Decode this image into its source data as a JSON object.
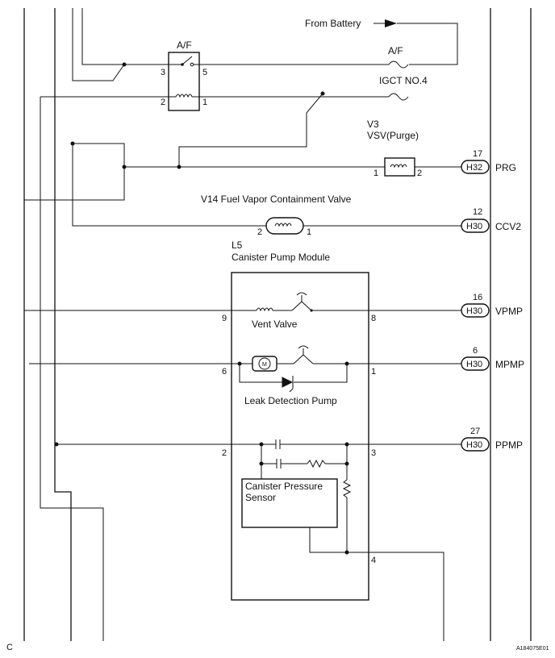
{
  "labels": {
    "from_battery": "From Battery",
    "relay_name": "A/F",
    "fuse_af": "A/F",
    "fuse_igct": "IGCT NO.4",
    "v3_code": "V3",
    "v3_name": "VSV(Purge)",
    "v14": "V14 Fuel Vapor Containment Valve",
    "l5_code": "L5",
    "l5_name": "Canister Pump Module",
    "vent_valve": "Vent Valve",
    "leak_pump": "Leak Detection Pump",
    "sensor_line1": "Canister Pressure",
    "sensor_line2": "Sensor",
    "motor": "M",
    "corner": "C",
    "figure_id": "A184075E01"
  },
  "relay_pins": {
    "p3": "3",
    "p5": "5",
    "p2": "2",
    "p1": "1"
  },
  "vsv_pins": {
    "p1": "1",
    "p2": "2"
  },
  "v14_pins": {
    "p2": "2",
    "p1": "1"
  },
  "module_pins": {
    "p9": "9",
    "p8": "8",
    "p6": "6",
    "p1": "1",
    "p2": "2",
    "p3": "3",
    "p4": "4"
  },
  "ecm_terminals": [
    {
      "pin": "17",
      "connector": "H32",
      "signal": "PRG"
    },
    {
      "pin": "12",
      "connector": "H30",
      "signal": "CCV2"
    },
    {
      "pin": "16",
      "connector": "H30",
      "signal": "VPMP"
    },
    {
      "pin": "6",
      "connector": "H30",
      "signal": "MPMP"
    },
    {
      "pin": "27",
      "connector": "H30",
      "signal": "PPMP"
    }
  ]
}
